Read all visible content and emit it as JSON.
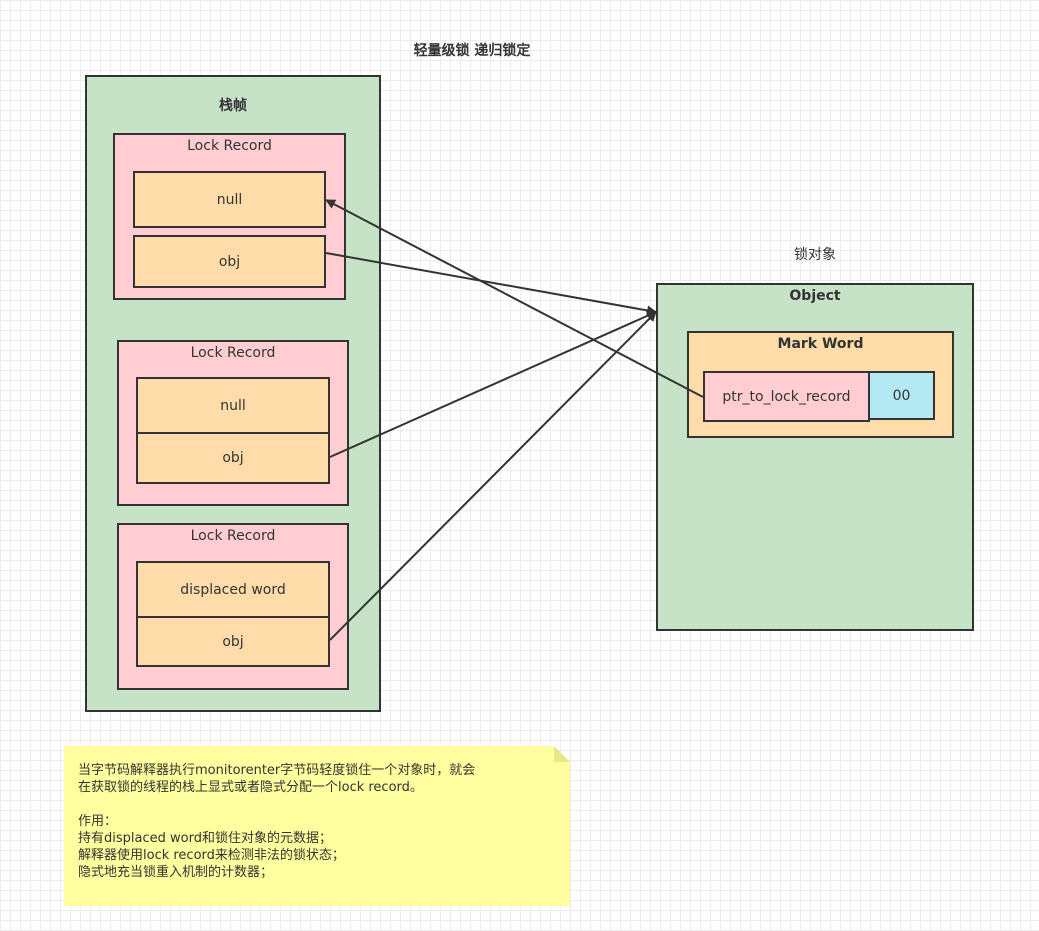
{
  "diagram": {
    "title": "轻量级锁 递归锁定",
    "stack_frame": {
      "label": "栈帧",
      "lock_records": [
        {
          "label": "Lock Record",
          "top_cell": "null",
          "bottom_cell": "obj"
        },
        {
          "label": "Lock Record",
          "top_cell": "null",
          "bottom_cell": "obj"
        },
        {
          "label": "Lock Record",
          "top_cell": "displaced word",
          "bottom_cell": "obj"
        }
      ]
    },
    "lock_object": {
      "caption": "锁对象",
      "label": "Object",
      "mark_word": {
        "label": "Mark Word",
        "pointer": "ptr_to_lock_record",
        "bits": "00"
      }
    },
    "note": {
      "text": "当字节码解释器执行monitorenter字节码轻度锁住一个对象时，就会\n在获取锁的线程的栈上显式或者隐式分配一个lock record。\n\n作用：\n持有displaced word和锁住对象的元数据；\n解释器使用lock record来检测非法的锁状态；\n隐式地充当锁重入机制的计数器；"
    },
    "colors": {
      "stack_fill": "#c6e3c8",
      "record_fill": "#ffcdd2",
      "cell_fill": "#ffdcaa",
      "bits_fill": "#b3e9f2",
      "note_fill": "#ffff9f",
      "stroke": "#333333"
    }
  }
}
